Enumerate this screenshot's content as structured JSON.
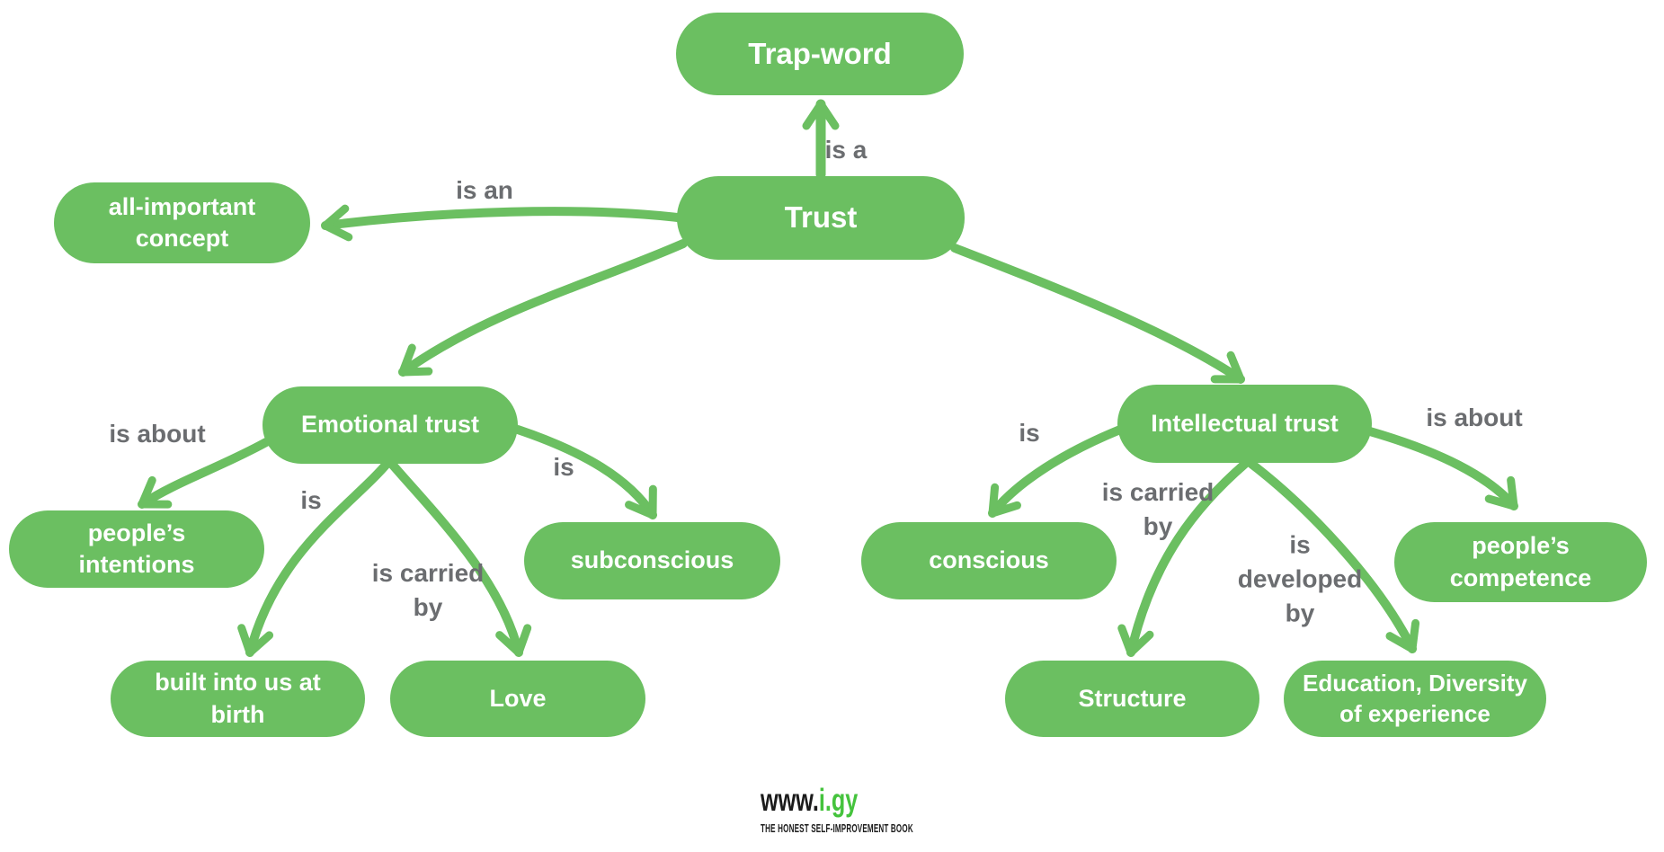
{
  "title": "Trust concept map",
  "colors": {
    "node_green": "#6bbf61",
    "label_gray": "#6b6d70",
    "node_text": "#ffffff",
    "logo_black": "#1b1b1b",
    "logo_green": "#45c33d"
  },
  "nodes": {
    "trap_word": {
      "label": "Trap-word"
    },
    "trust": {
      "label": "Trust"
    },
    "all_important": {
      "label": "all-important concept"
    },
    "emotional": {
      "label": "Emotional trust"
    },
    "intellectual": {
      "label": "Intellectual trust"
    },
    "peoples_intentions": {
      "label": "people’s intentions"
    },
    "subconscious": {
      "label": "subconscious"
    },
    "built_into": {
      "label": "built into us at birth"
    },
    "love": {
      "label": "Love"
    },
    "conscious": {
      "label": "conscious"
    },
    "structure": {
      "label": "Structure"
    },
    "education": {
      "label": "Education, Diversity of experience"
    },
    "peoples_competence": {
      "label": "people’s competence"
    }
  },
  "edges": [
    {
      "from": "Trust",
      "to": "Trap-word",
      "label": "is a"
    },
    {
      "from": "Trust",
      "to": "all-important concept",
      "label": "is an"
    },
    {
      "from": "Trust",
      "to": "Emotional trust",
      "label": ""
    },
    {
      "from": "Trust",
      "to": "Intellectual trust",
      "label": ""
    },
    {
      "from": "Emotional trust",
      "to": "people’s intentions",
      "label": "is about"
    },
    {
      "from": "Emotional trust",
      "to": "built into us at birth",
      "label": "is"
    },
    {
      "from": "Emotional trust",
      "to": "Love",
      "label": "is carried by"
    },
    {
      "from": "Emotional trust",
      "to": "subconscious",
      "label": "is"
    },
    {
      "from": "Intellectual trust",
      "to": "conscious",
      "label": "is"
    },
    {
      "from": "Intellectual trust",
      "to": "Structure",
      "label": "is carried by"
    },
    {
      "from": "Intellectual trust",
      "to": "Education, Diversity of experience",
      "label": "is developed by"
    },
    {
      "from": "Intellectual trust",
      "to": "people’s competence",
      "label": "is about"
    }
  ],
  "footer": {
    "url_prefix": "www.",
    "url_brand": "i.gy",
    "tagline": "THE HONEST SELF-IMPROVEMENT BOOK"
  }
}
